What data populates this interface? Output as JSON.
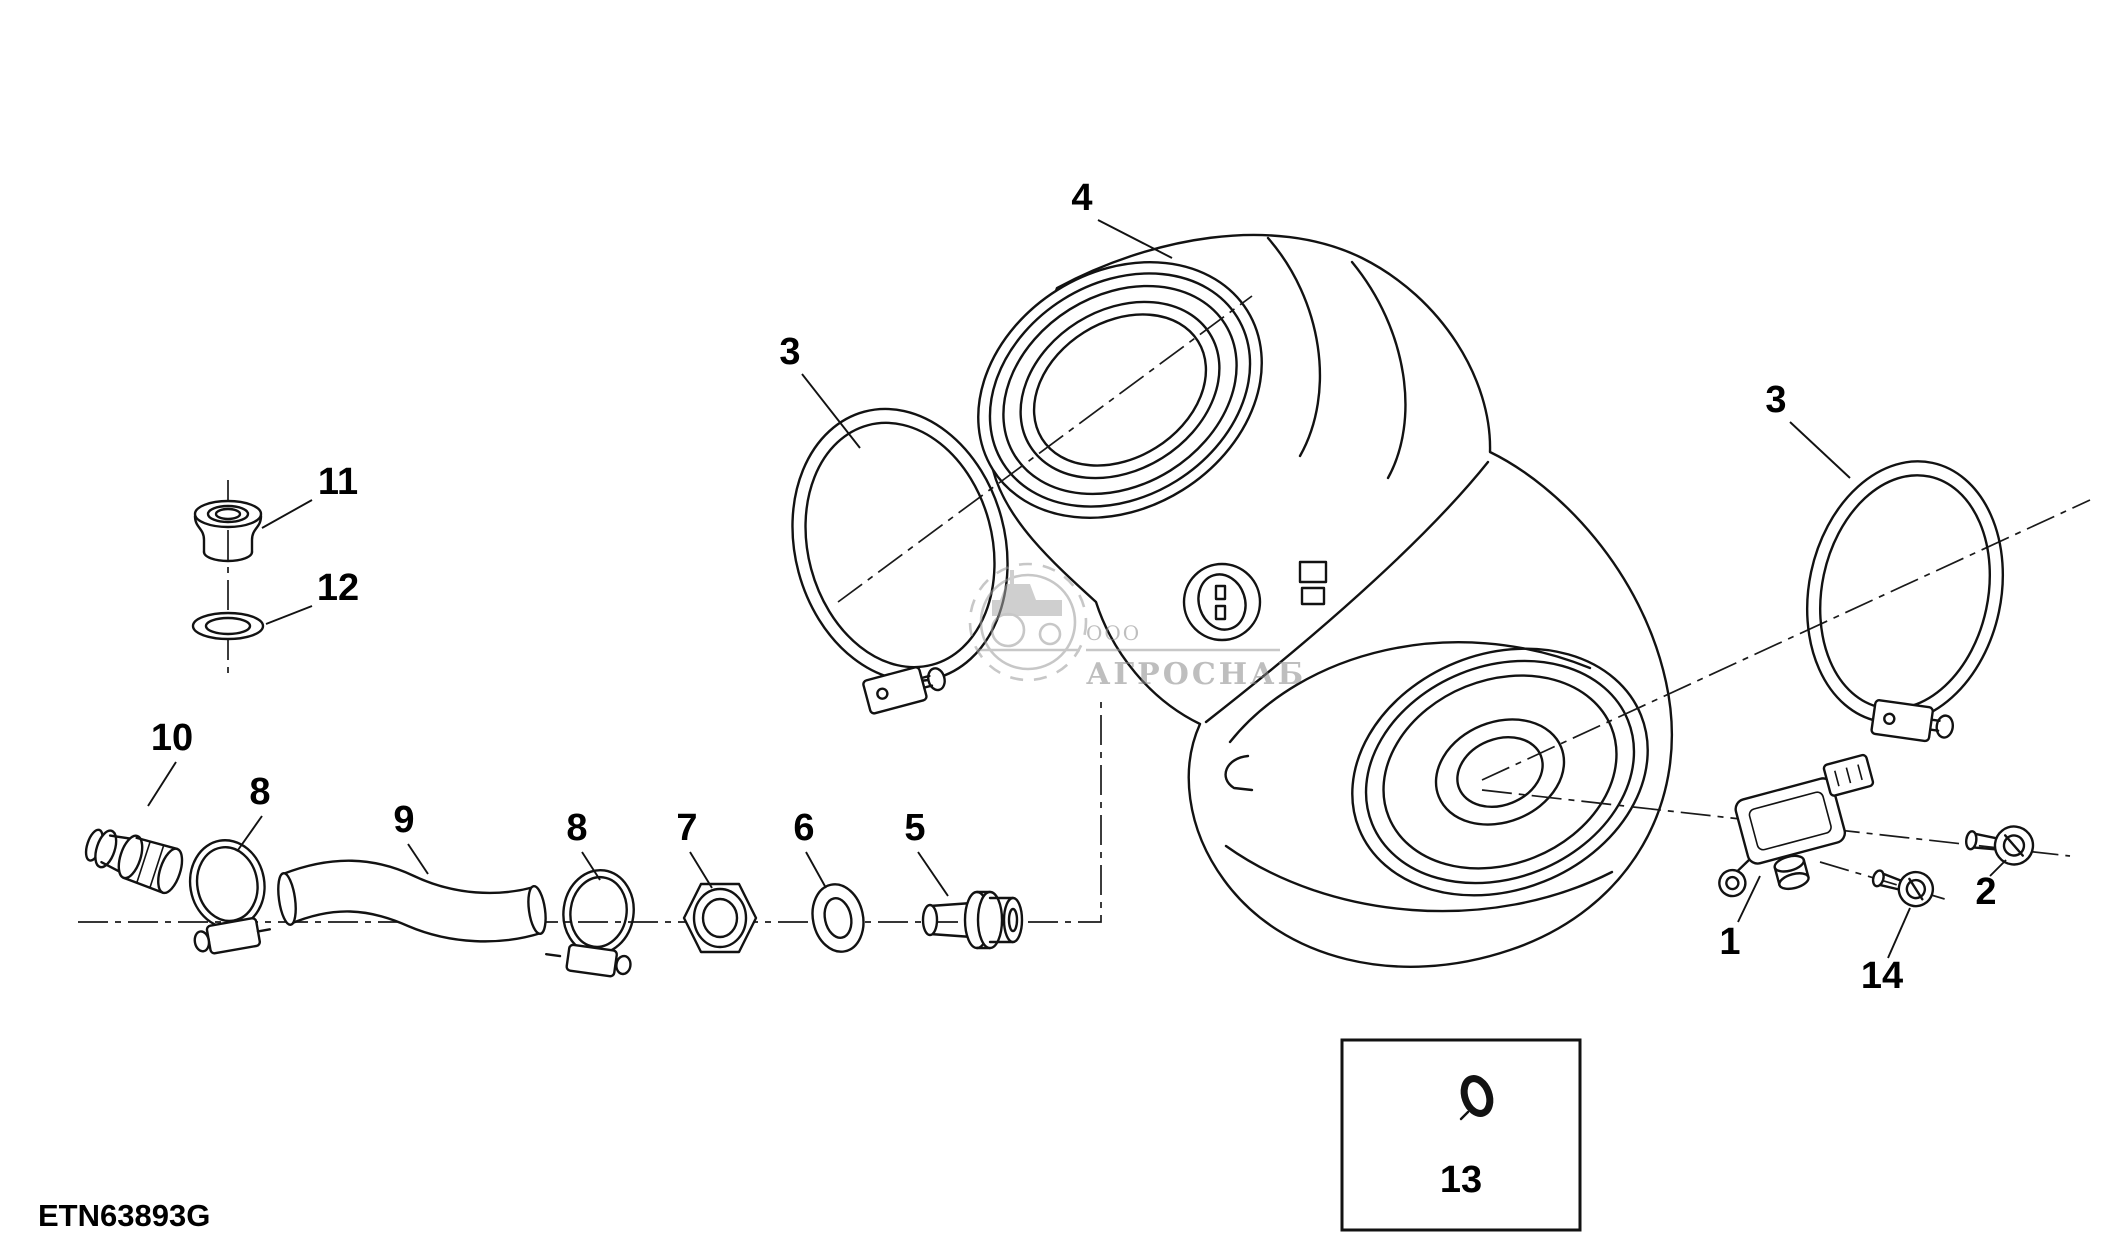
{
  "figure": {
    "code": "ETN63893G"
  },
  "watermark": {
    "org_type": "ООО",
    "org_name": "АГРОСНАБ"
  },
  "callouts": {
    "part1": "1",
    "part2": "2",
    "part3_left": "3",
    "part3_right": "3",
    "part4": "4",
    "part5": "5",
    "part6": "6",
    "part7": "7",
    "part8_left": "8",
    "part8_right": "8",
    "part9": "9",
    "part10": "10",
    "part11": "11",
    "part12": "12",
    "part13": "13",
    "part14": "14"
  }
}
